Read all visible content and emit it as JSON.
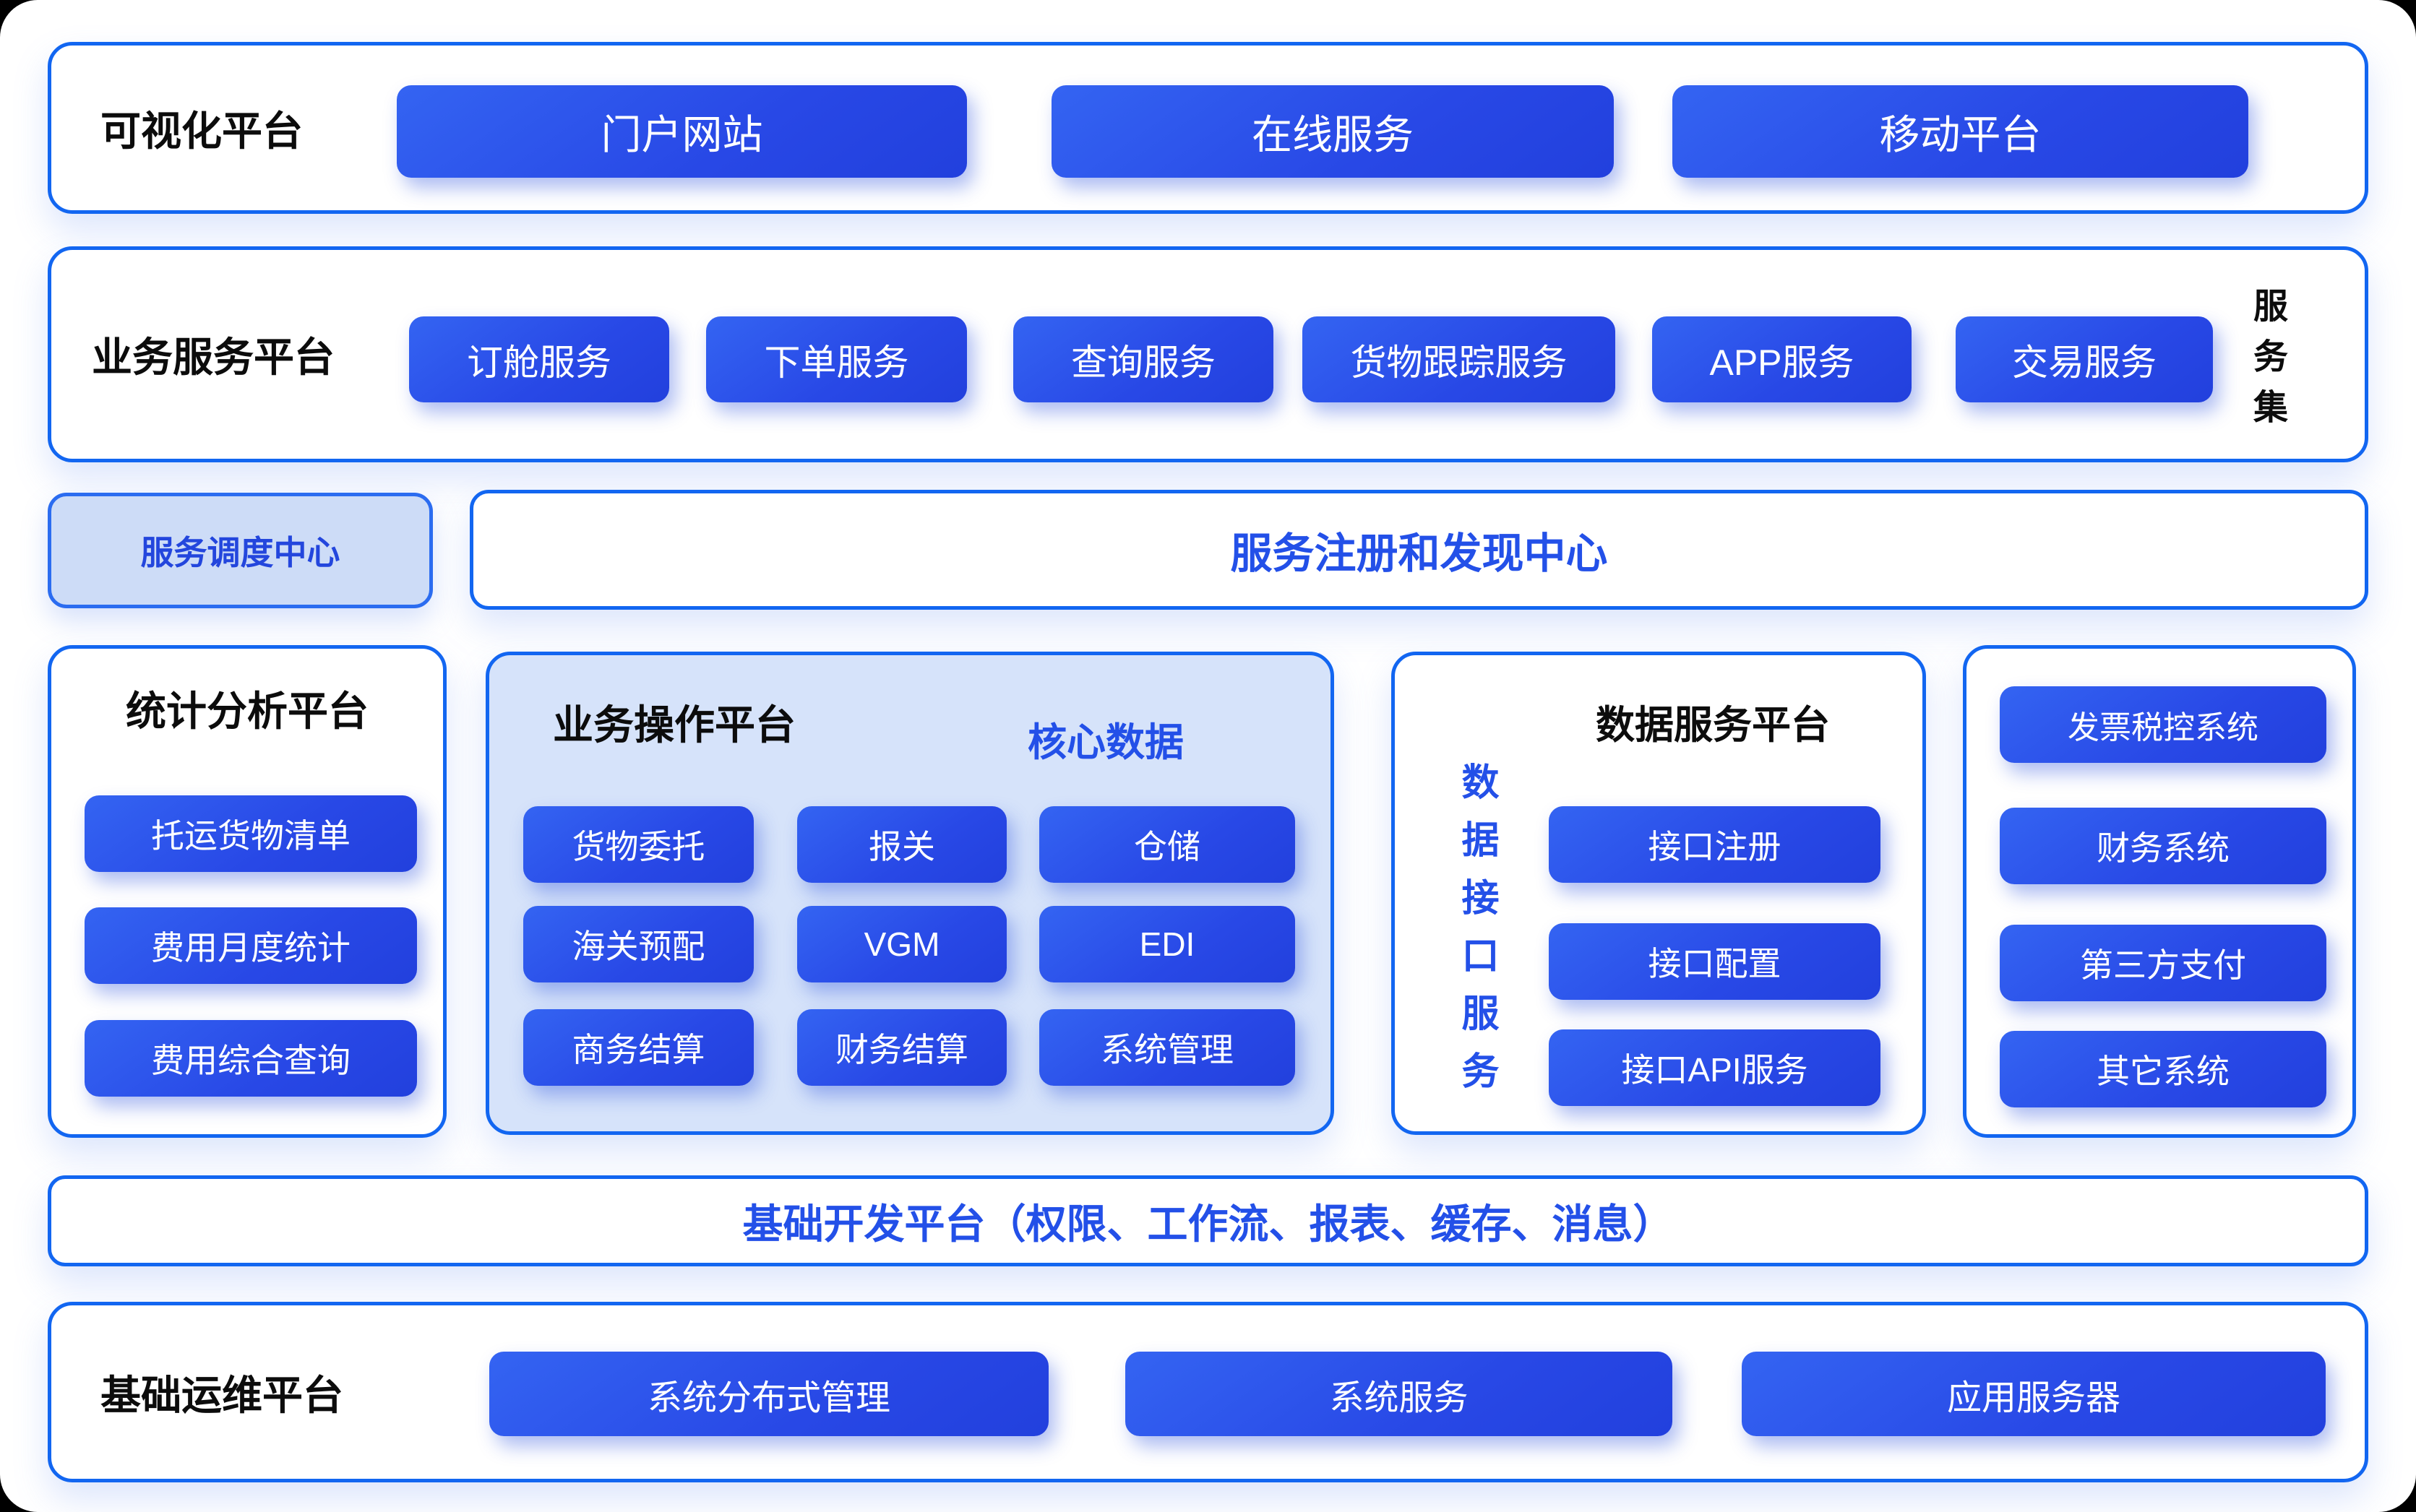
{
  "colors": {
    "accent_border_blue": "#1266f1",
    "button_gradient_start": "#3464f2",
    "button_gradient_end": "#2240dd",
    "panel_light_blue": "#d6e3fa",
    "scheduler_fill": "#cddcf7",
    "blue_text": "#2350e8",
    "black_text": "#0c0c0c"
  },
  "visualization": {
    "title": "可视化平台",
    "buttons": [
      "门户网站",
      "在线服务",
      "移动平台"
    ]
  },
  "business": {
    "title": "业务服务平台",
    "buttons": [
      "订舱服务",
      "下单服务",
      "查询服务",
      "货物跟踪服务",
      "APP服务",
      "交易服务"
    ],
    "side_label": "服务集"
  },
  "scheduler": {
    "label": "服务调度中心"
  },
  "registry": {
    "label": "服务注册和发现中心"
  },
  "stats": {
    "title": "统计分析平台",
    "buttons": [
      "托运货物清单",
      "费用月度统计",
      "费用综合查询"
    ]
  },
  "operations": {
    "title": "业务操作平台",
    "subtitle": "核心数据",
    "buttons": [
      [
        "货物委托",
        "报关",
        "仓储"
      ],
      [
        "海关预配",
        "VGM",
        "EDI"
      ],
      [
        "商务结算",
        "财务结算",
        "系统管理"
      ]
    ]
  },
  "data_service": {
    "title": "数据服务平台",
    "side_label": "数据接口服务",
    "buttons": [
      "接口注册",
      "接口配置",
      "接口API服务"
    ]
  },
  "external_systems": {
    "buttons": [
      "发票税控系统",
      "财务系统",
      "第三方支付",
      "其它系统"
    ]
  },
  "dev_platform": {
    "label": "基础开发平台（权限、工作流、报表、缓存、消息）"
  },
  "ops_platform": {
    "title": "基础运维平台",
    "buttons": [
      "系统分布式管理",
      "系统服务",
      "应用服务器"
    ]
  }
}
